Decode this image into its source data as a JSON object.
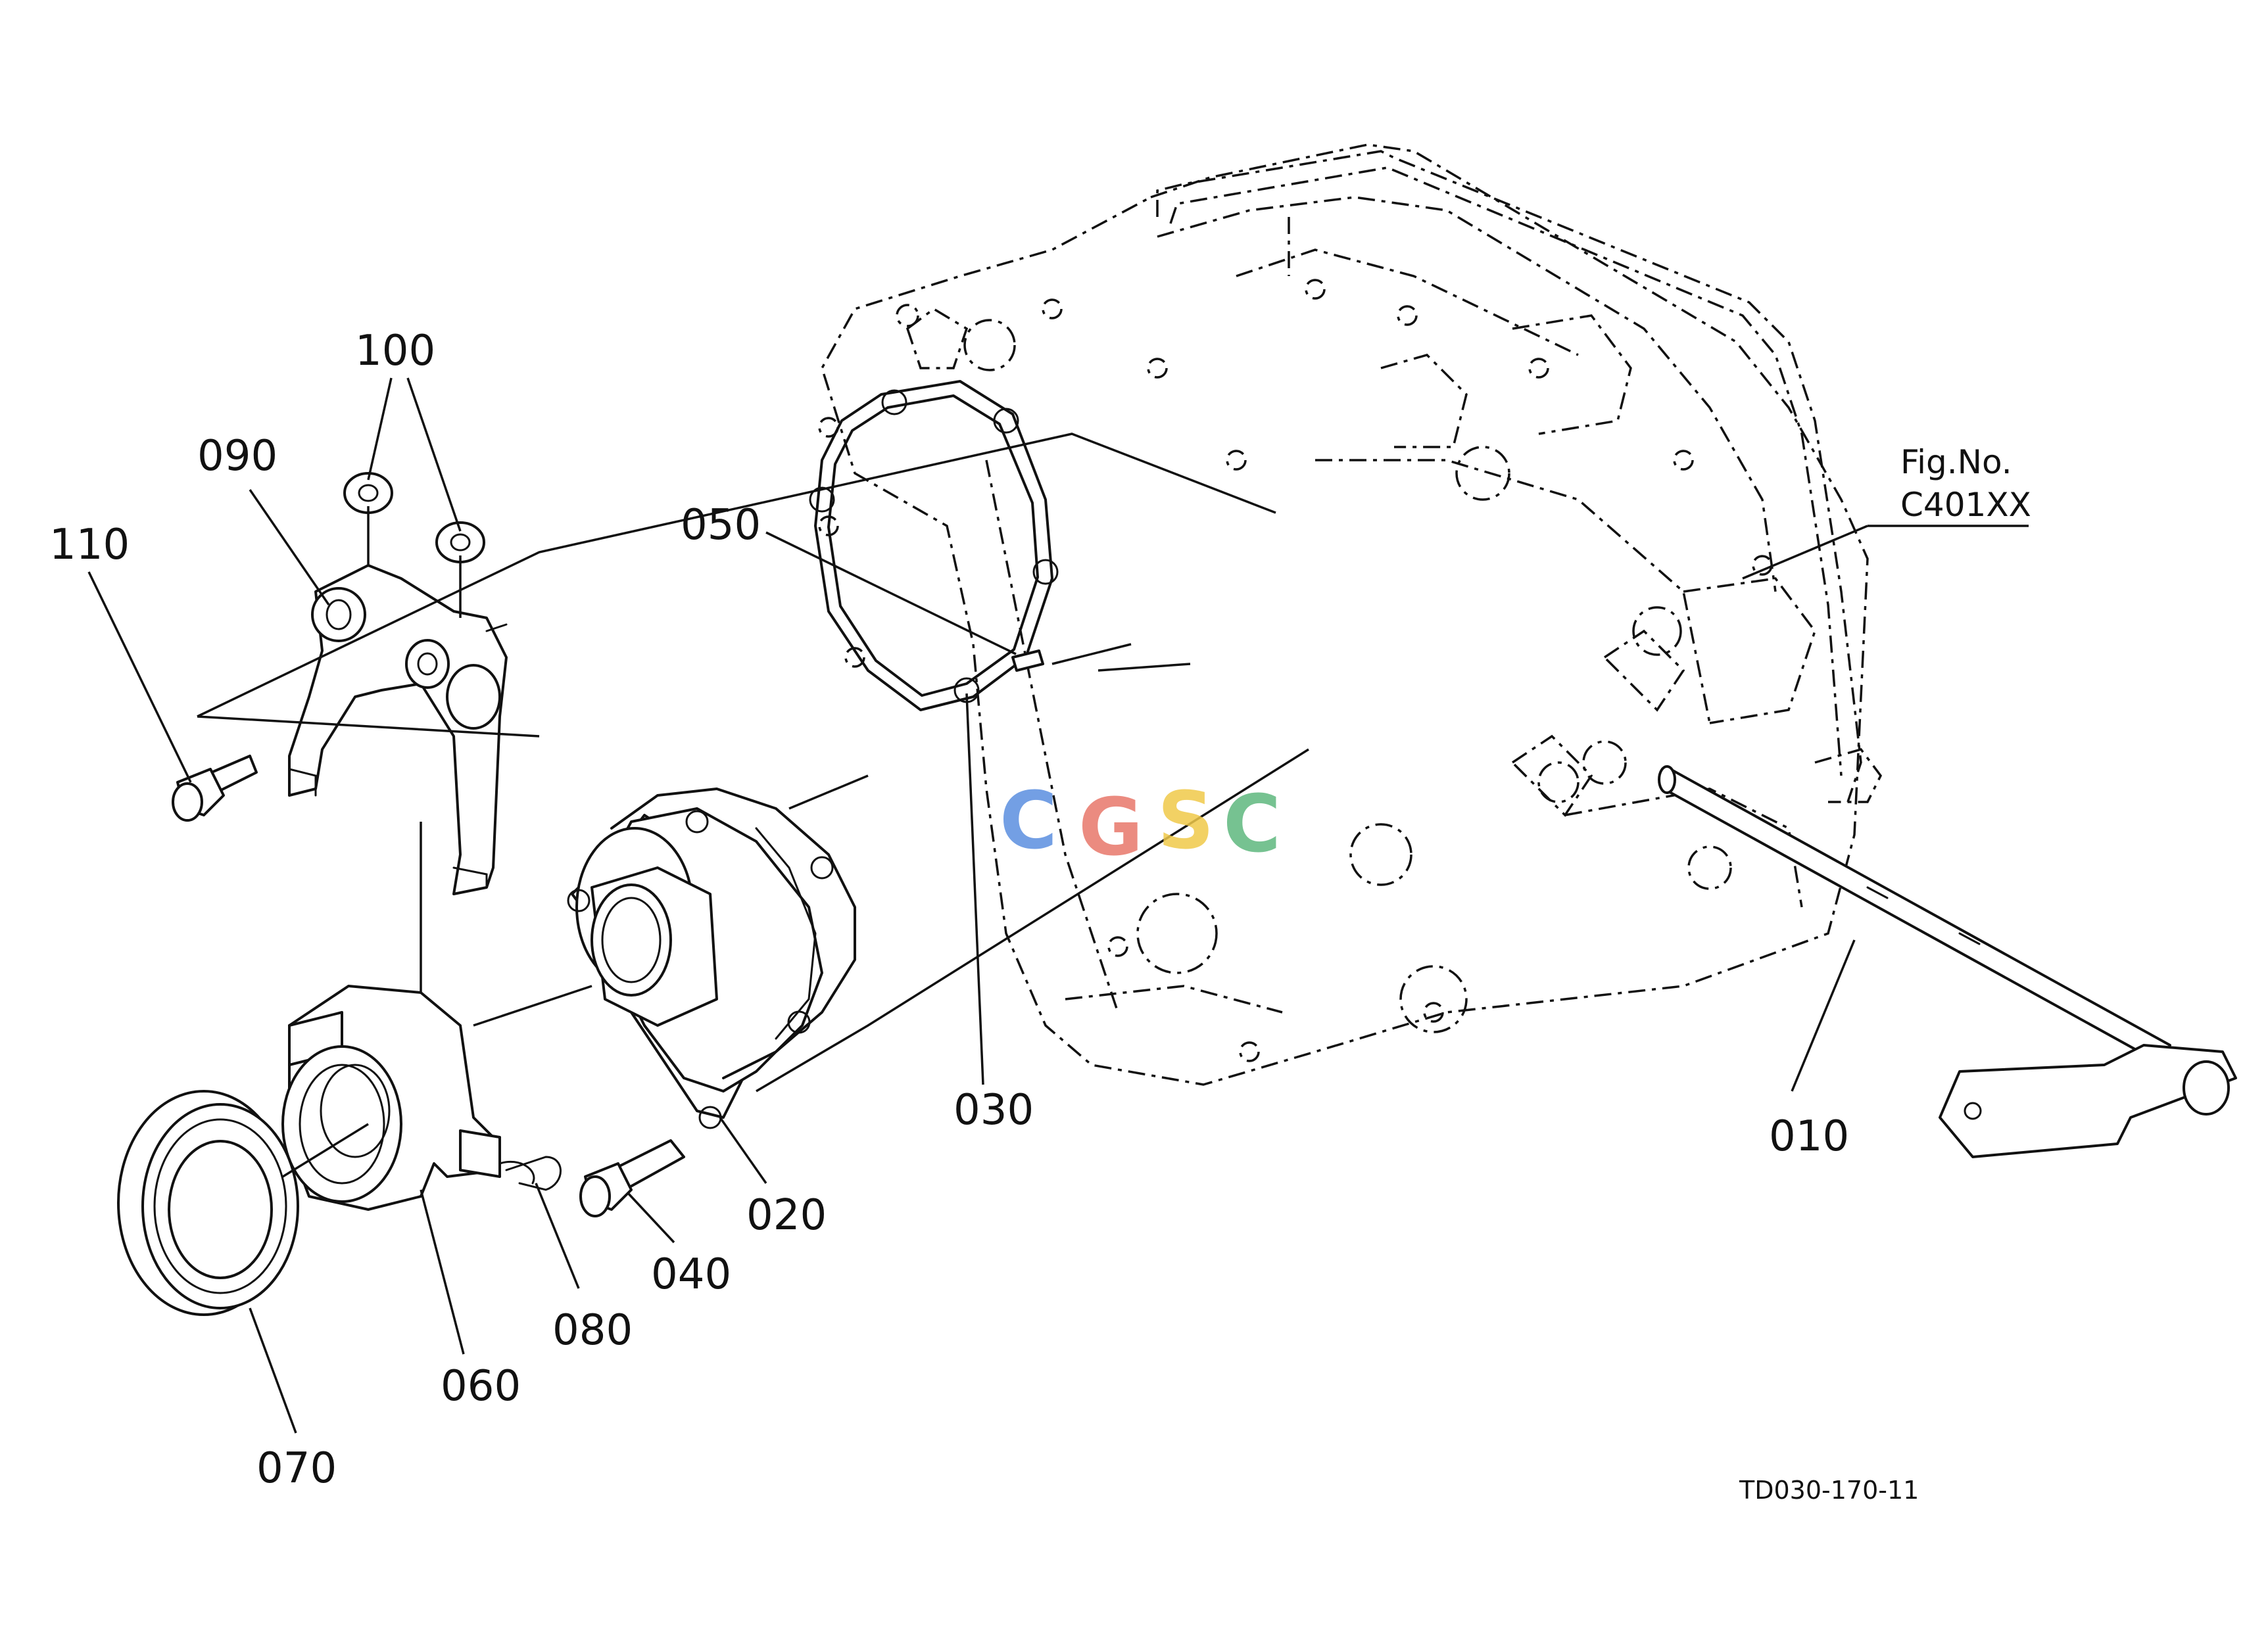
{
  "figure": {
    "fig_label": "Fig.No.",
    "fig_number": "C401XX",
    "drawing_code": "TD030-170-11"
  },
  "watermark": {
    "letters": [
      "C",
      "G",
      "S",
      "C"
    ],
    "colors": [
      "#5b8fe0",
      "#e8776b",
      "#f0c94a",
      "#5fb87e"
    ]
  },
  "callouts": [
    "010",
    "020",
    "030",
    "040",
    "050",
    "060",
    "070",
    "080",
    "090",
    "100",
    "110"
  ]
}
